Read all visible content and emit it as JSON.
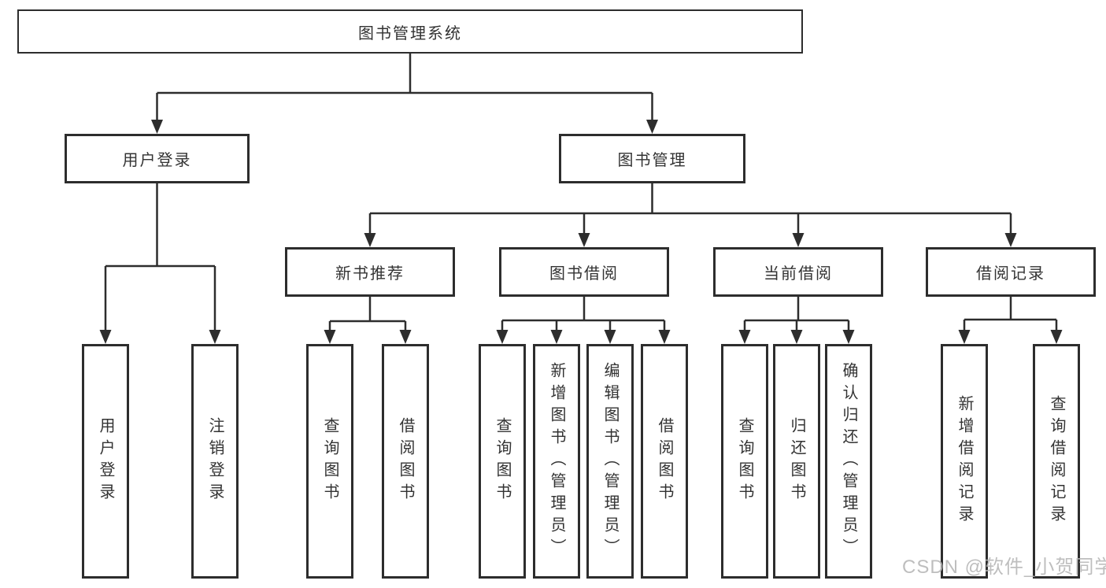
{
  "diagram": {
    "root": {
      "label": "图书管理系统"
    },
    "branches": [
      {
        "label": "用户登录",
        "children": [
          {
            "label": "用户登录"
          },
          {
            "label": "注销登录"
          }
        ]
      },
      {
        "label": "图书管理",
        "children": [
          {
            "label": "新书推荐",
            "children": [
              {
                "label": "查询图书"
              },
              {
                "label": "借阅图书"
              }
            ]
          },
          {
            "label": "图书借阅",
            "children": [
              {
                "label": "查询图书"
              },
              {
                "label": "新增图书（管理员）"
              },
              {
                "label": "编辑图书（管理员）"
              },
              {
                "label": "借阅图书"
              }
            ]
          },
          {
            "label": "当前借阅",
            "children": [
              {
                "label": "查询图书"
              },
              {
                "label": "归还图书"
              },
              {
                "label": "确认归还（管理员）"
              }
            ]
          },
          {
            "label": "借阅记录",
            "children": [
              {
                "label": "新增借阅记录"
              },
              {
                "label": "查询借阅记录"
              }
            ]
          }
        ]
      }
    ]
  },
  "watermark": {
    "text": "CSDN @软件_小贺同学"
  },
  "colors": {
    "bg": "#ffffff",
    "line": "#2d2d2d",
    "text": "#333333",
    "wm": "#b3b3b3"
  }
}
